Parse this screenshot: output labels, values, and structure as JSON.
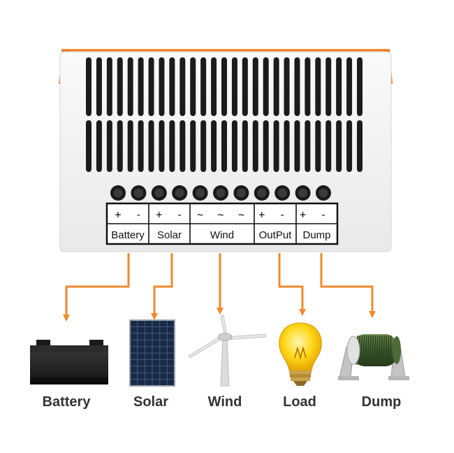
{
  "colors": {
    "accent": "#f08a2c",
    "housing": "#f4f4f4",
    "vent": "#1b1b1b",
    "wire": "#f08a2c"
  },
  "terminal_block": {
    "polarity": [
      "+",
      "-",
      "+",
      "-",
      "~",
      "~",
      "~",
      "+",
      "-",
      "+",
      "-"
    ],
    "groups": [
      "Battery",
      "Solar",
      "Wind",
      "OutPut",
      "Dump"
    ]
  },
  "devices": [
    {
      "id": "battery",
      "icon": "battery-icon",
      "label": "Battery"
    },
    {
      "id": "solar",
      "icon": "solar-panel-icon",
      "label": "Solar"
    },
    {
      "id": "wind",
      "icon": "wind-turbine-icon",
      "label": "Wind"
    },
    {
      "id": "load",
      "icon": "light-bulb-icon",
      "label": "Load"
    },
    {
      "id": "dump",
      "icon": "dump-resistor-icon",
      "label": "Dump"
    }
  ]
}
